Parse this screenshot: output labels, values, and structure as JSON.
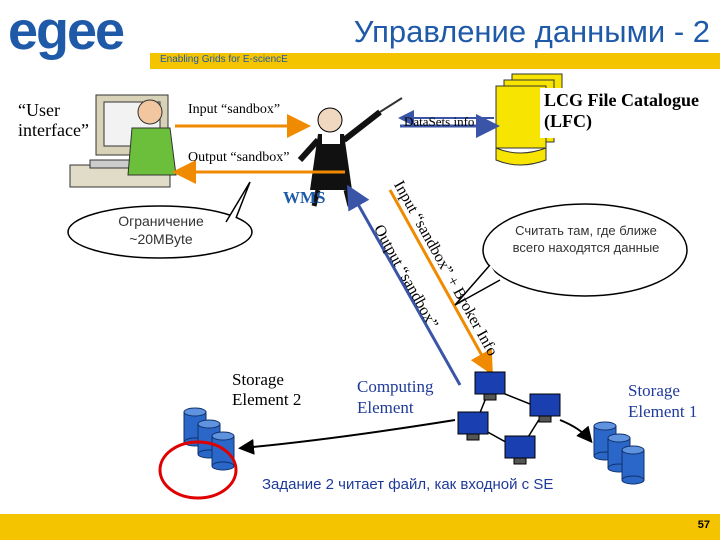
{
  "header": {
    "logo": "egee",
    "title": "Управление данными - 2",
    "tagline": "Enabling Grids for E-sciencE"
  },
  "labels": {
    "user_interface": "“User interface”",
    "input_sandbox": "Input “sandbox”",
    "output_sandbox": "Output “sandbox”",
    "datasets_info": "DataSets info",
    "lfc": "LCG File Catalogue (LFC)",
    "wms": "WMS",
    "limit": "Ограничение ~20MByte",
    "compute_near": "Считать там, где ближе всего находятся данные",
    "input_sandbox_broker": "Input “sandbox” + Broker Info",
    "output_sandbox_vertical": "Output “sandbox”",
    "se2": "Storage Element 2",
    "ce": "Computing Element",
    "se1": "Storage Element 1",
    "task_note": "Задание 2 читает файл, как входной с SE"
  },
  "footer": {
    "page": "57"
  },
  "colors": {
    "brand_blue": "#1f5aa8",
    "accent_yellow": "#f5c400",
    "arrow_orange": "#f08a00",
    "arrow_blue": "#3a55a8",
    "note_red": "#e00000"
  }
}
